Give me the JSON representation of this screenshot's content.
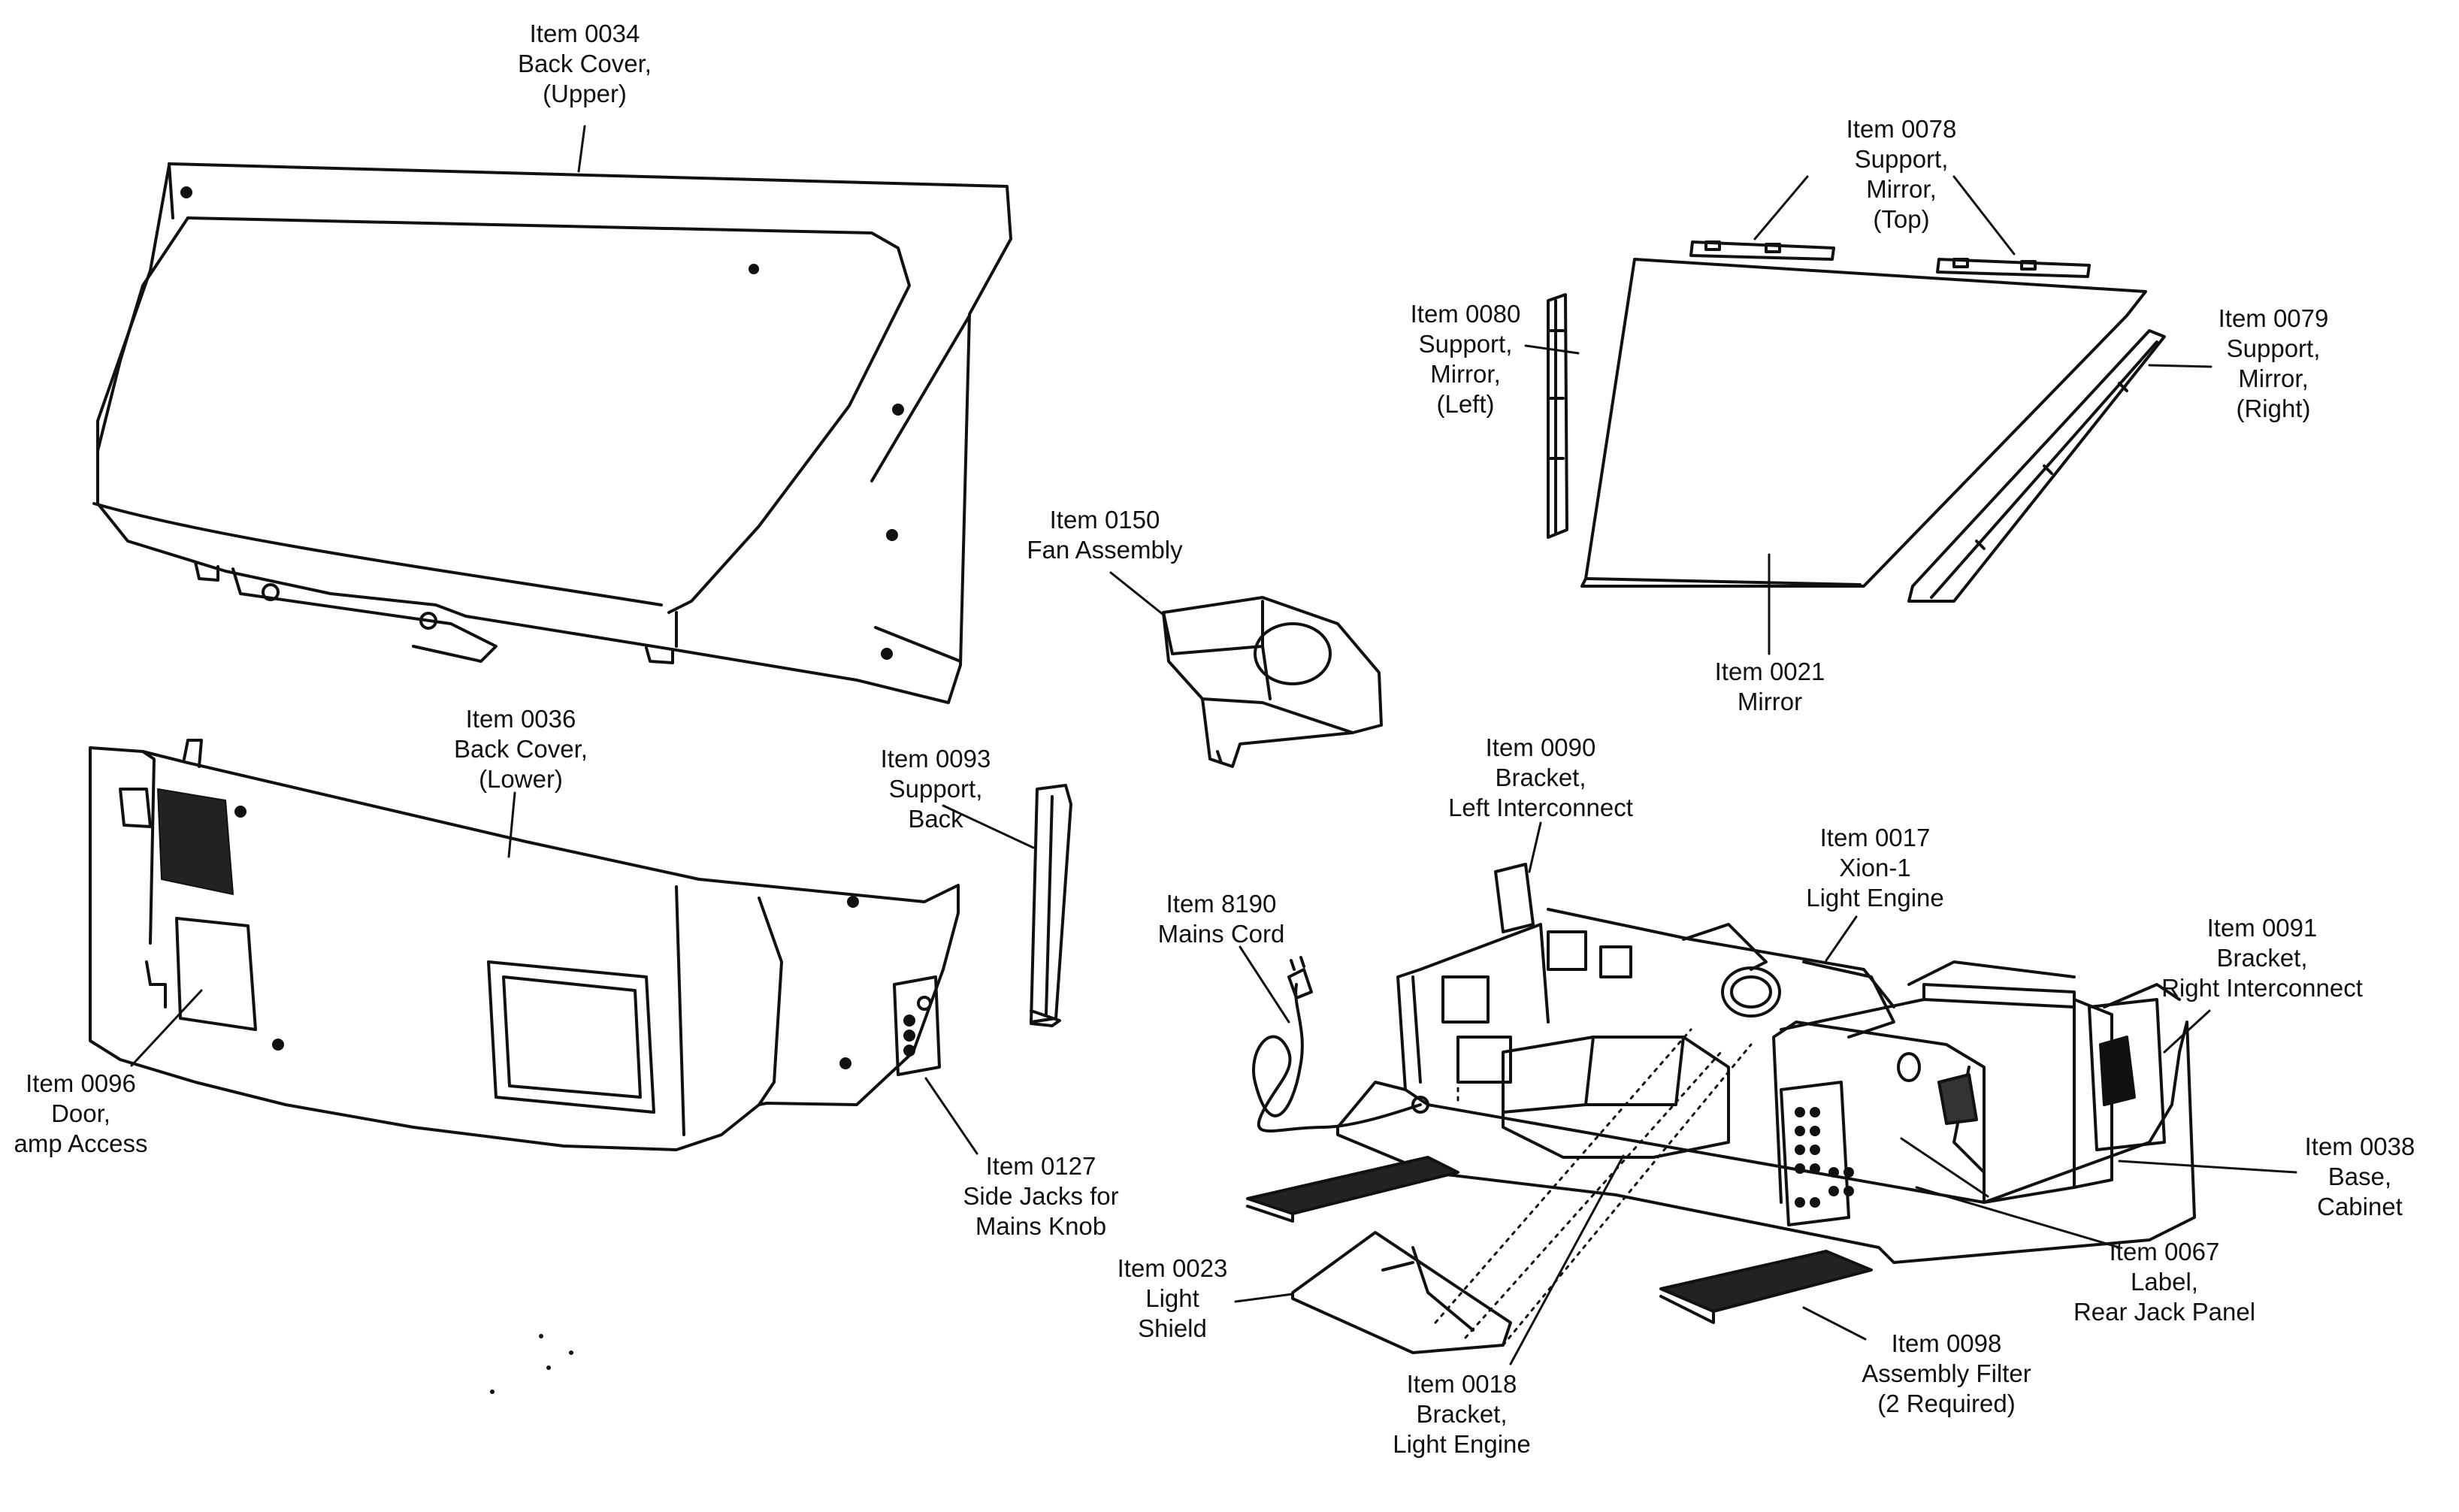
{
  "diagram": {
    "callouts": [
      {
        "id": "c0034",
        "lines": [
          "Item 0034",
          "Back Cover,",
          "(Upper)"
        ]
      },
      {
        "id": "c0036",
        "lines": [
          "Item 0036",
          "Back Cover,",
          "(Lower)"
        ]
      },
      {
        "id": "c0096",
        "lines": [
          "Item 0096",
          "Door,",
          "amp Access"
        ]
      },
      {
        "id": "c0093",
        "lines": [
          "Item 0093",
          "Support,",
          "Back"
        ]
      },
      {
        "id": "c0127",
        "lines": [
          "Item 0127",
          "Side Jacks for",
          "Mains Knob"
        ]
      },
      {
        "id": "c0150",
        "lines": [
          "Item 0150",
          "Fan Assembly"
        ]
      },
      {
        "id": "c0078",
        "lines": [
          "Item 0078",
          "Support,",
          "Mirror,",
          "(Top)"
        ]
      },
      {
        "id": "c0080",
        "lines": [
          "Item 0080",
          "Support,",
          "Mirror,",
          "(Left)"
        ]
      },
      {
        "id": "c0079",
        "lines": [
          "Item 0079",
          "Support,",
          "Mirror,",
          "(Right)"
        ]
      },
      {
        "id": "c0021",
        "lines": [
          "Item 0021",
          "Mirror"
        ]
      },
      {
        "id": "c0090",
        "lines": [
          "Item 0090",
          "Bracket,",
          "Left Interconnect"
        ]
      },
      {
        "id": "c0017",
        "lines": [
          "Item 0017",
          "Xion-1",
          "Light Engine"
        ]
      },
      {
        "id": "c8190",
        "lines": [
          "Item 8190",
          "Mains Cord"
        ]
      },
      {
        "id": "c0091",
        "lines": [
          "Item 0091",
          "Bracket,",
          "Right Interconnect"
        ]
      },
      {
        "id": "c0038",
        "lines": [
          "Item 0038",
          "Base,",
          "Cabinet"
        ]
      },
      {
        "id": "c0067",
        "lines": [
          "Item 0067",
          "Label,",
          "Rear Jack Panel"
        ]
      },
      {
        "id": "c0023",
        "lines": [
          "Item 0023",
          "Light",
          "Shield"
        ]
      },
      {
        "id": "c0018",
        "lines": [
          "Item 0018",
          "Bracket,",
          "Light Engine"
        ]
      },
      {
        "id": "c0098",
        "lines": [
          "Item 0098",
          "Assembly Filter",
          "(2 Required)"
        ]
      }
    ]
  }
}
